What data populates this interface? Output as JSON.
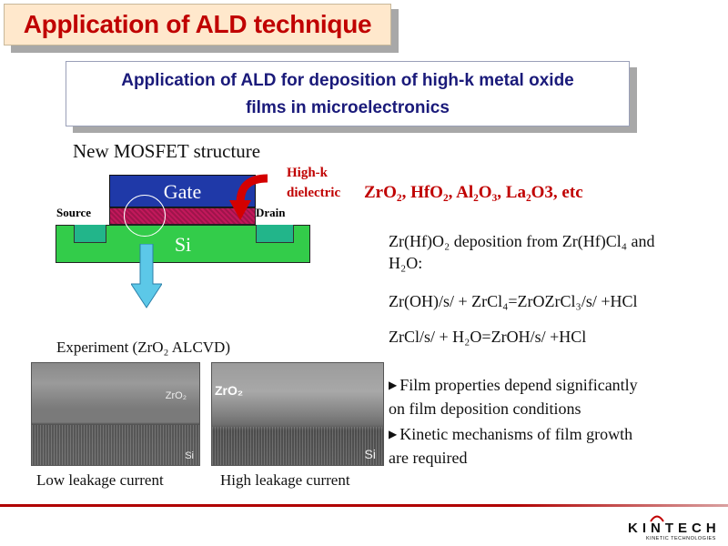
{
  "title": "Application of ALD technique",
  "subtitle": {
    "line1": "Application of ALD for deposition of high-k metal oxide",
    "line2": "films in microelectronics"
  },
  "diagram": {
    "heading": "New MOSFET structure",
    "gate": "Gate",
    "si": "Si",
    "source": "Source",
    "drain": "Drain",
    "highk": "High-k",
    "dielectric": "dielectric",
    "materials": "ZrO₂, HfO₂, Al₂O₃, La₂O3, etc",
    "colors": {
      "gate": "#1f39a8",
      "dielectric": "#c2185b",
      "substrate": "#33cc4a",
      "contacts": "#22b58a",
      "accent": "#c00000"
    }
  },
  "chemistry": {
    "deposition_line1": "Zr(Hf)O₂ deposition from Zr(Hf)Cl₄ and",
    "deposition_line2": "H₂O:",
    "reaction1": "Zr(OH)/s/ + ZrCl₄=ZrOZrCl₃/s/ +HCl",
    "reaction2": "ZrCl/s/ + H₂O=ZrOH/s/ +HCl"
  },
  "notes": {
    "properties_line1": "Film properties depend significantly",
    "properties_line2": "on film deposition conditions",
    "kinetics_line1": "Kinetic mechanisms of film growth",
    "kinetics_line2": "are required"
  },
  "experiment": {
    "heading": "Experiment (ZrO₂ ALCVD)",
    "left_caption": "Low leakage current",
    "right_caption": "High leakage current",
    "left_zro2": "ZrO₂",
    "left_si": "Si",
    "right_zro2": "ZrO₂",
    "right_si": "Si"
  },
  "logo": {
    "name": "KINTECH",
    "tagline": "KINETIC TECHNOLOGIES"
  }
}
